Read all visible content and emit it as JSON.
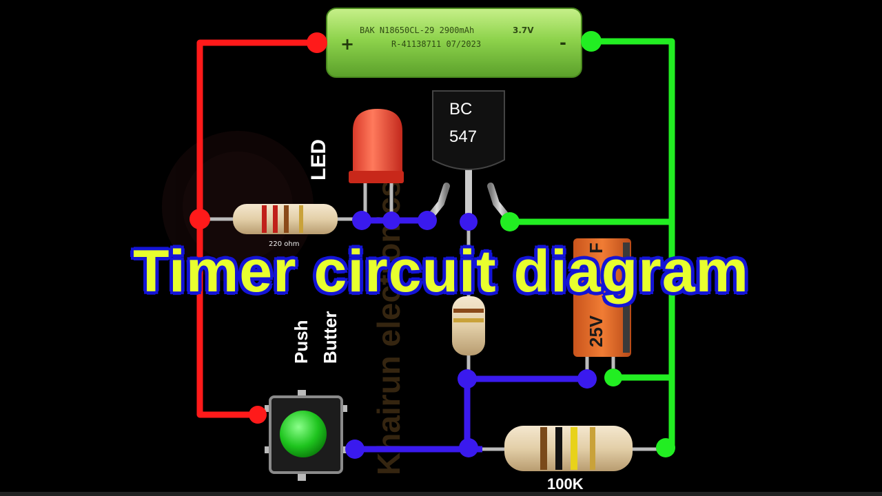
{
  "diagram": {
    "title": "Timer circuit diagram",
    "watermark": "Khairun electronics BD",
    "battery": {
      "line1": "BAK N18650CL-29 2900mAh",
      "voltage": "3.7V",
      "line2": "R-41138711 07/2023",
      "plus": "+",
      "minus": "-"
    },
    "transistor": {
      "line1": "BC",
      "line2": "547"
    },
    "led": {
      "label": "LED"
    },
    "resistor_220": {
      "label": "220 ohm"
    },
    "resistor_100k": {
      "label": "100K"
    },
    "capacitor": {
      "label": "25V",
      "label_suffix": "F"
    },
    "push_button": {
      "line1": "Push",
      "line2": "Butter"
    },
    "colors": {
      "positive_wire": "#ff1a1a",
      "negative_wire": "#22ee22",
      "signal_wire": "#3a1aee",
      "title_fill": "#e8ff2e",
      "title_outline": "#1414d6"
    }
  }
}
